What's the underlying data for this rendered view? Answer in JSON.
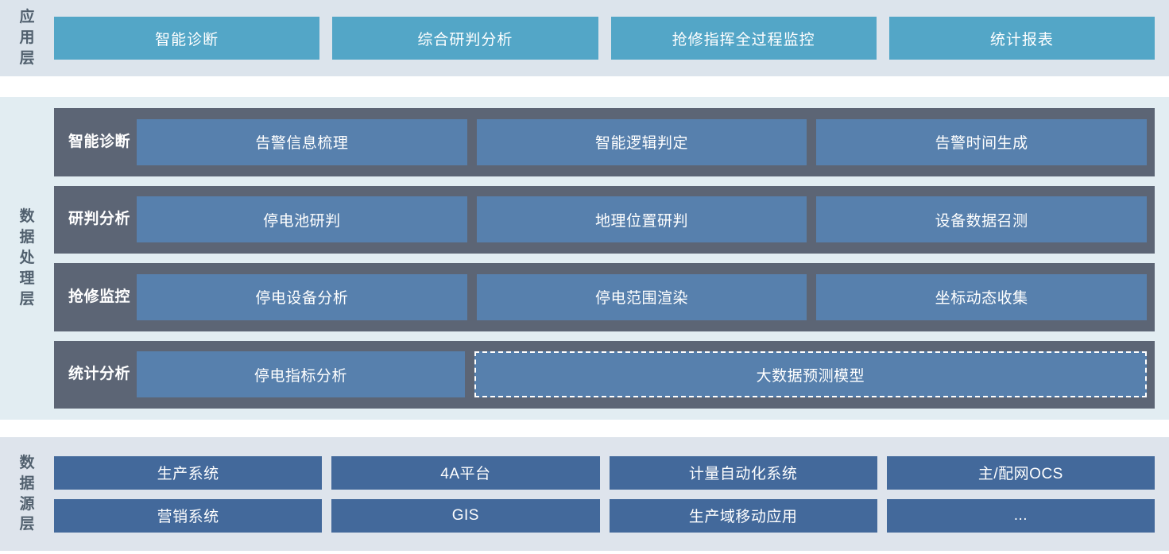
{
  "application_layer": {
    "label": "应用层",
    "tabs": [
      {
        "label": "智能诊断"
      },
      {
        "label": "综合研判分析"
      },
      {
        "label": "抢修指挥全过程监控"
      },
      {
        "label": "统计报表"
      }
    ]
  },
  "data_processing_layer": {
    "label": "数据处理层",
    "rows": [
      {
        "label": "智能诊断",
        "cells": [
          {
            "label": "告警信息梳理",
            "style": "solid"
          },
          {
            "label": "智能逻辑判定",
            "style": "solid"
          },
          {
            "label": "告警时间生成",
            "style": "solid"
          }
        ]
      },
      {
        "label": "研判分析",
        "cells": [
          {
            "label": "停电池研判",
            "style": "solid"
          },
          {
            "label": "地理位置研判",
            "style": "solid"
          },
          {
            "label": "设备数据召测",
            "style": "solid"
          }
        ]
      },
      {
        "label": "抢修监控",
        "cells": [
          {
            "label": "停电设备分析",
            "style": "solid"
          },
          {
            "label": "停电范围渲染",
            "style": "solid"
          },
          {
            "label": "坐标动态收集",
            "style": "solid"
          }
        ]
      },
      {
        "label": "统计分析",
        "cells": [
          {
            "label": "停电指标分析",
            "style": "solid"
          },
          {
            "label": "大数据预测模型",
            "style": "dashed-wide"
          }
        ]
      }
    ]
  },
  "data_source_layer": {
    "label": "数据源层",
    "rows": [
      [
        {
          "label": "生产系统"
        },
        {
          "label": "4A平台"
        },
        {
          "label": "计量自动化系统"
        },
        {
          "label": "主/配网OCS"
        }
      ],
      [
        {
          "label": "营销系统"
        },
        {
          "label": "GIS"
        },
        {
          "label": "生产域移动应用"
        },
        {
          "label": "..."
        }
      ]
    ]
  },
  "colors": {
    "page_background": "#ffffff",
    "application_panel": "#dce4ec",
    "application_tab": "#53a6c7",
    "processing_panel": "#e2edf2",
    "processing_row_band": "#5c6575",
    "processing_cell": "#5780ad",
    "source_panel": "#dee4ec",
    "source_cell": "#43699b",
    "layer_label_text": "#51606e",
    "cell_text": "#ffffff"
  }
}
